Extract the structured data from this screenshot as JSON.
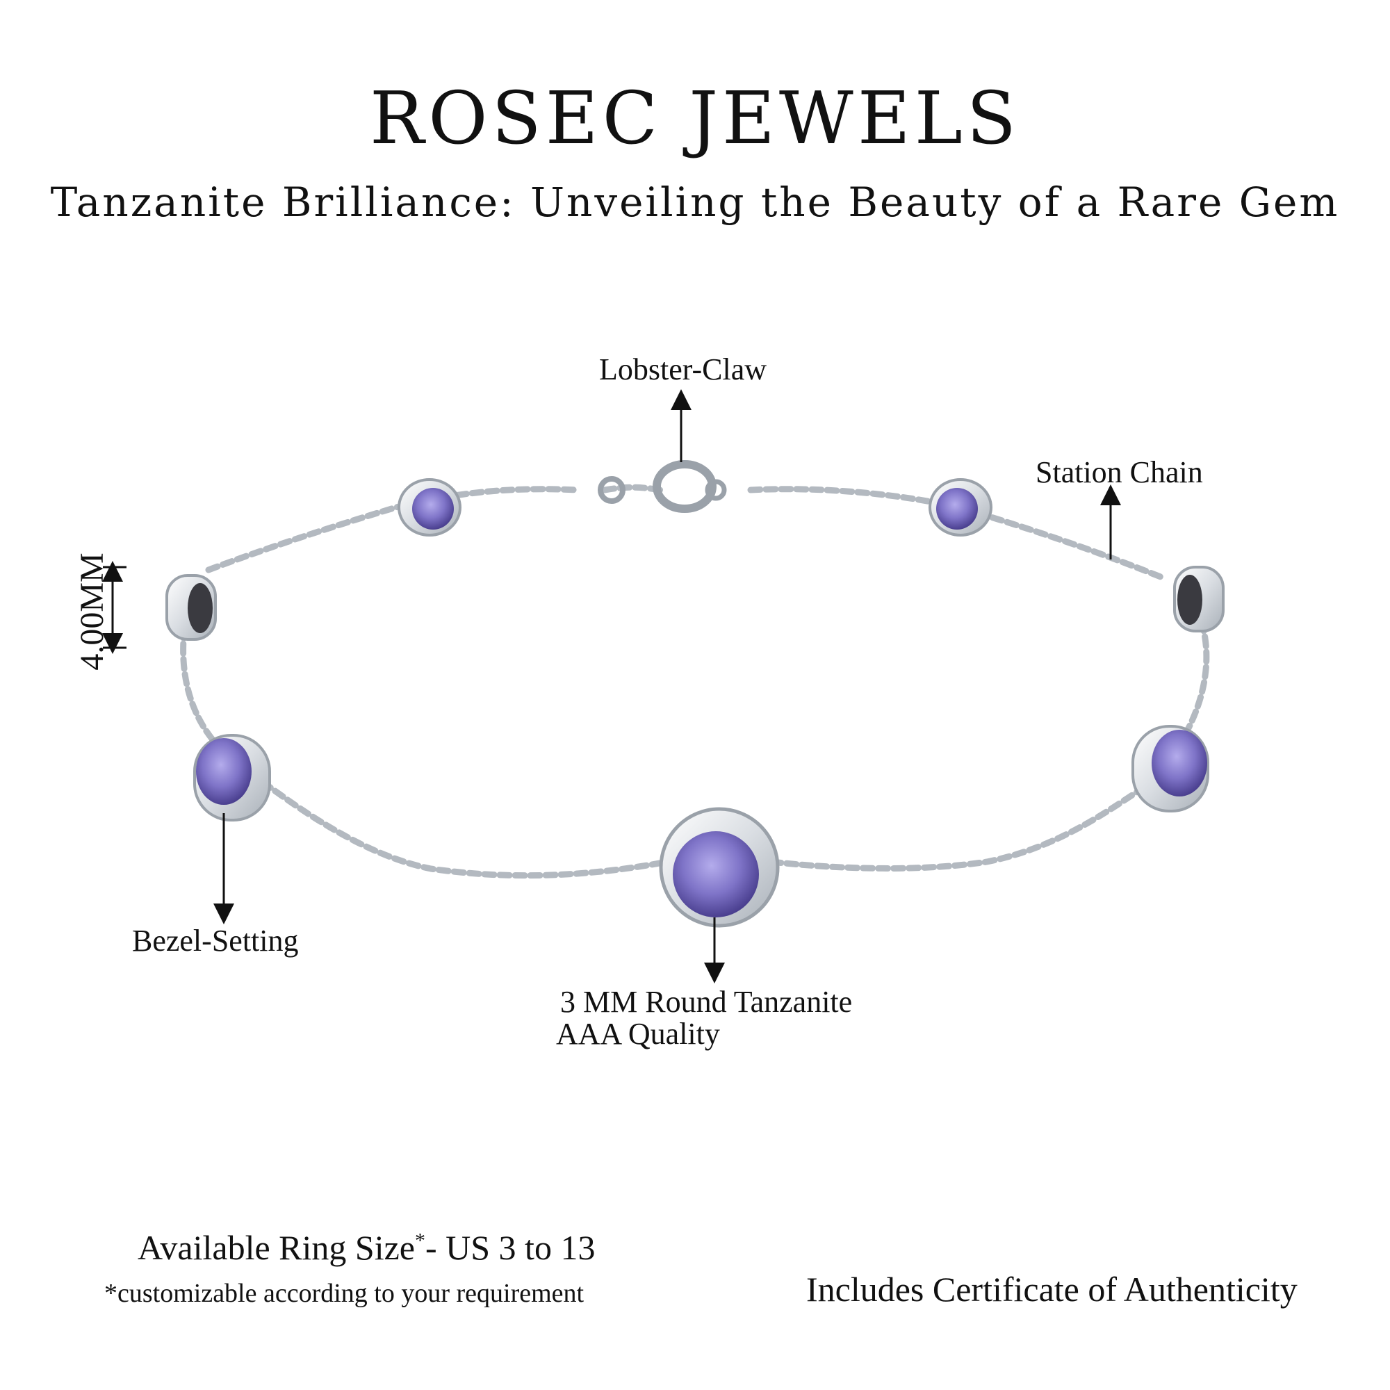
{
  "header": {
    "brand": "ROSEC JEWELS",
    "subtitle": "Tanzanite Brilliance: Unveiling the Beauty of a Rare Gem"
  },
  "callouts": {
    "clasp": "Lobster-Claw",
    "chain": "Station Chain",
    "setting": "Bezel-Setting",
    "stone_line1": "3 MM Round Tanzanite",
    "stone_line2": "AAA Quality",
    "dimension": "4.00MM"
  },
  "footer": {
    "size_prefix": "Available Ring Size",
    "size_asterisk": "*",
    "size_value": "- US 3 to 13",
    "custom_note": "*customizable according to your requirement",
    "certificate": "Includes Certificate of Authenticity"
  },
  "colors": {
    "text": "#111111",
    "metal": "#d9dde2",
    "metal_edge": "#9aa1a9",
    "gem": "#7f74c8",
    "gem_dark": "#4a3f8f"
  },
  "icons": {
    "arrow": "arrow-icon",
    "dimension": "dimension-arrow-icon"
  }
}
